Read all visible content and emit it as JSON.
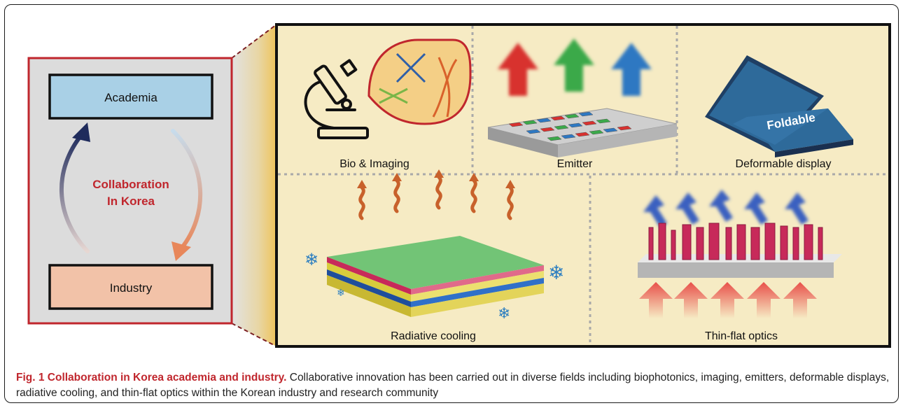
{
  "left_panel": {
    "top_box": "Academia",
    "bottom_box": "Industry",
    "center_line1": "Collaboration",
    "center_line2": "In Korea"
  },
  "panels": {
    "bio_imaging": "Bio & Imaging",
    "emitter": "Emitter",
    "deformable_display": "Deformable display",
    "foldable_text": "Foldable",
    "radiative_cooling": "Radiative cooling",
    "thin_flat_optics": "Thin-flat optics"
  },
  "caption": {
    "title": "Fig. 1 Collaboration in Korea academia and industry.",
    "body": " Collaborative innovation has been carried out in diverse fields including biophotonics, imaging, emitters, deformable displays, radiative cooling, and thin-flat optics within the Korean industry and research community"
  },
  "colors": {
    "accent_red": "#c0262d",
    "panel_bg": "#f6ebc4",
    "left_panel_bg": "#dcdcdc",
    "academia_fill": "#a9d0e6",
    "industry_fill": "#f2c2a8"
  }
}
